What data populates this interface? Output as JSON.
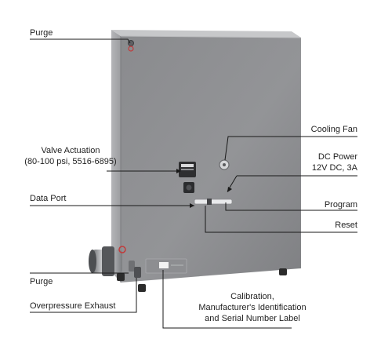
{
  "labels": {
    "purge_top": "Purge",
    "valve_actuation": "Valve Actuation\n(80-100 psi, 5516-6895)",
    "data_port": "Data Port",
    "purge_bottom": "Purge",
    "overpressure_exhaust": "Overpressure Exhaust",
    "cooling_fan": "Cooling Fan",
    "dc_power": "DC Power\n12V DC, 3A",
    "program": "Program",
    "reset": "Reset",
    "calibration_label": "Calibration,\nManufacturer's Identification\nand Serial Number Label"
  },
  "colors": {
    "cabinet_front": "#8c8c8e",
    "cabinet_side": "#a7a7a9",
    "cabinet_top": "#c2c2c4",
    "leader_line": "#1a1a1a",
    "text": "#1f1f1f",
    "port_red": "#c23a3a"
  }
}
